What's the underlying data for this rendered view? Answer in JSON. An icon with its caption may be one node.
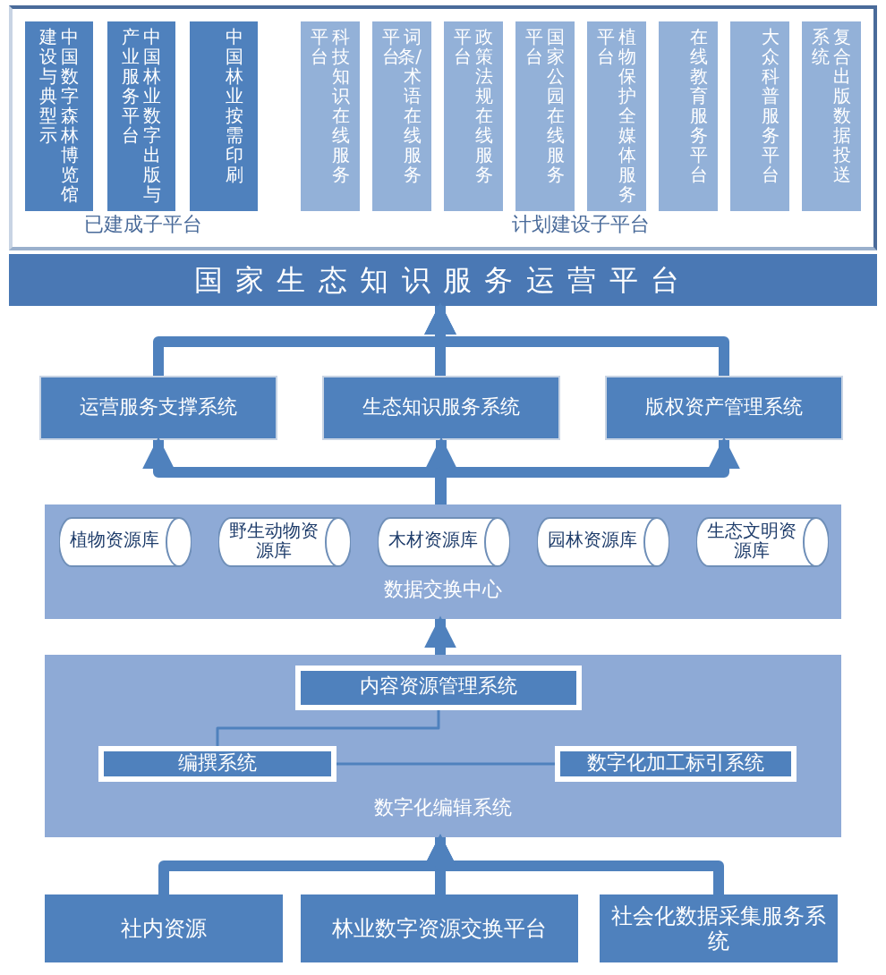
{
  "diagram": {
    "nodes": [
      {
        "text": [],
        "shape": "box"
      },
      {
        "text": [
          "已建成子平台"
        ],
        "in": 0
      },
      {
        "text": [
          "中国数字森林博览馆建设与典型示"
        ],
        "in": 1
      },
      {
        "text": [
          "中国林业数字出版与产业服务平台"
        ],
        "in": 1
      },
      {
        "text": [
          "中国林业按需印刷"
        ],
        "in": 1
      },
      {
        "text": [
          "计划建设子平台"
        ],
        "in": 0
      },
      {
        "text": [
          "科技知识在线服务平台"
        ],
        "in": 5
      },
      {
        "text": [
          "词条/术语在线服务平台"
        ],
        "in": 5
      },
      {
        "text": [
          "政策法规在线服务平台"
        ],
        "in": 5
      },
      {
        "text": [
          "国家公园在线服务平台"
        ],
        "in": 5
      },
      {
        "text": [
          "植物保护全媒体服务平台"
        ],
        "in": 5
      },
      {
        "text": [
          "在线教育服务平台"
        ],
        "in": 5
      },
      {
        "text": [
          "大众科普服务平台"
        ],
        "in": 5
      },
      {
        "text": [
          "复合出版数据投送系统"
        ],
        "in": 5
      },
      {
        "text": [
          "国家生态知识服务运营平台"
        ]
      },
      {
        "text": [
          "运营服务支撑系统"
        ]
      },
      {
        "text": [
          "生态知识服务系统"
        ]
      },
      {
        "text": [
          "版权资产管理系统"
        ]
      },
      {
        "text": [
          "数据交换中心"
        ]
      },
      {
        "text": [
          "植物资源库"
        ],
        "in": 18
      },
      {
        "text": [
          "野生动物资源库"
        ],
        "in": 18
      },
      {
        "text": [
          "木材资源库"
        ],
        "in": 18
      },
      {
        "text": [
          "园林资源库"
        ],
        "in": 18
      },
      {
        "text": [
          "生态文明资源库"
        ],
        "in": 18
      },
      {
        "text": [
          "数字化编辑系统"
        ]
      },
      {
        "text": [
          "内容资源管理系统"
        ],
        "in": 24
      },
      {
        "text": [
          "编撰系统"
        ],
        "in": 24
      },
      {
        "text": [
          "数字化加工标引系统"
        ],
        "in": 24
      },
      {
        "text": [
          "社内资源"
        ]
      },
      {
        "text": [
          "林业数字资源交换平台"
        ]
      },
      {
        "text": [
          "社会化数据采集服务系统"
        ]
      }
    ],
    "edges": [
      {
        "from": 15,
        "to": 14,
        "arrow": "to"
      },
      {
        "from": 16,
        "to": 14,
        "arrow": "to"
      },
      {
        "from": 17,
        "to": 14,
        "arrow": "to"
      },
      {
        "from": 18,
        "to": 15,
        "arrow": "to"
      },
      {
        "from": 18,
        "to": 16,
        "arrow": "to"
      },
      {
        "from": 18,
        "to": 17,
        "arrow": "to"
      },
      {
        "from": 24,
        "to": 18,
        "arrow": "to"
      },
      {
        "from": 25,
        "to": 26,
        "arrow": "none"
      },
      {
        "from": 26,
        "to": 27,
        "arrow": "none"
      },
      {
        "from": 28,
        "to": 24,
        "arrow": "to"
      },
      {
        "from": 29,
        "to": 24,
        "arrow": "to"
      },
      {
        "from": 30,
        "to": 24,
        "arrow": "to"
      }
    ]
  }
}
